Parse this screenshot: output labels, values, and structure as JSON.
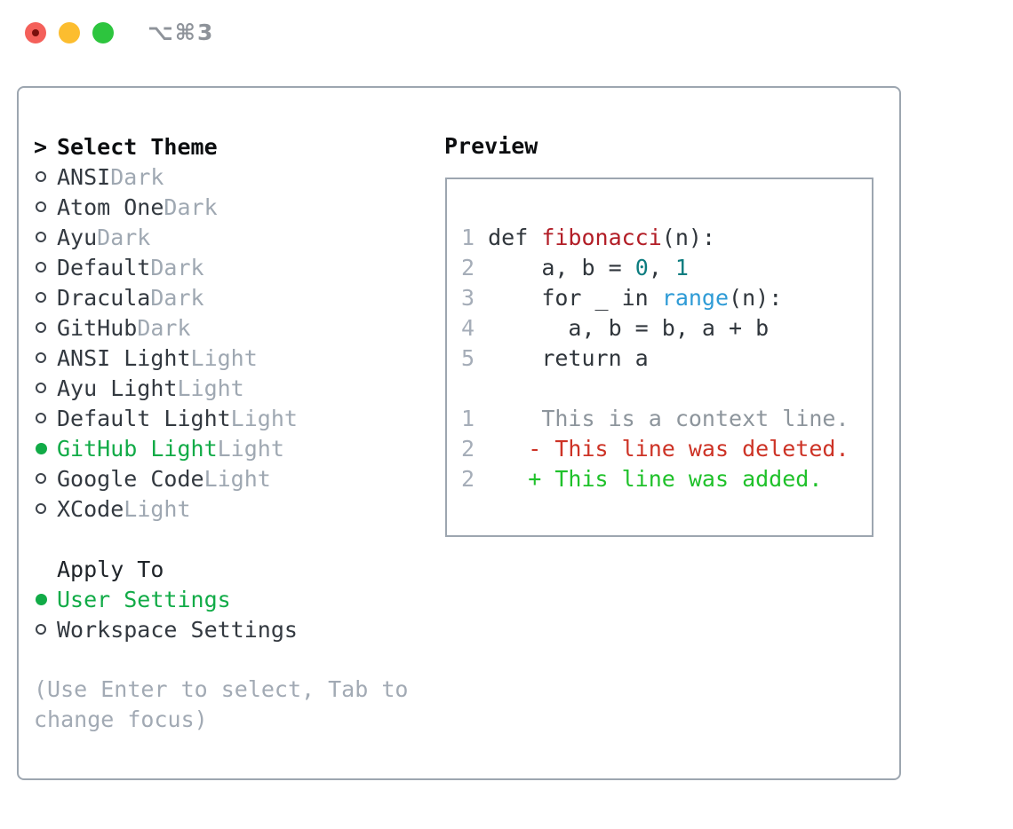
{
  "window": {
    "shortcut_label": "⌥⌘3"
  },
  "theme_picker": {
    "header_prefix": ">",
    "header": "Select Theme",
    "themes": [
      {
        "name": "ANSI",
        "variant": "Dark",
        "selected": false
      },
      {
        "name": "Atom One",
        "variant": "Dark",
        "selected": false
      },
      {
        "name": "Ayu",
        "variant": "Dark",
        "selected": false
      },
      {
        "name": "Default",
        "variant": "Dark",
        "selected": false
      },
      {
        "name": "Dracula",
        "variant": "Dark",
        "selected": false
      },
      {
        "name": "GitHub",
        "variant": "Dark",
        "selected": false
      },
      {
        "name": "ANSI Light",
        "variant": "Light",
        "selected": false
      },
      {
        "name": "Ayu Light",
        "variant": "Light",
        "selected": false
      },
      {
        "name": "Default Light",
        "variant": "Light",
        "selected": false
      },
      {
        "name": "GitHub Light",
        "variant": "Light",
        "selected": true
      },
      {
        "name": "Google Code",
        "variant": "Light",
        "selected": false
      },
      {
        "name": "XCode",
        "variant": "Light",
        "selected": false
      }
    ],
    "apply_to": {
      "header": "Apply To",
      "options": [
        {
          "name": "User Settings",
          "selected": true
        },
        {
          "name": "Workspace Settings",
          "selected": false
        }
      ]
    },
    "hint": "(Use Enter to select, Tab to change focus)"
  },
  "preview": {
    "header": "Preview",
    "lines": [
      {
        "num": "1",
        "segments": [
          {
            "text": "def ",
            "color": "dark"
          },
          {
            "text": "fibonacci",
            "color": "function"
          },
          {
            "text": "(n):",
            "color": "dark"
          }
        ]
      },
      {
        "num": "2",
        "segments": [
          {
            "text": "    a, b = ",
            "color": "dark"
          },
          {
            "text": "0",
            "color": "number"
          },
          {
            "text": ", ",
            "color": "dark"
          },
          {
            "text": "1",
            "color": "number"
          }
        ]
      },
      {
        "num": "3",
        "segments": [
          {
            "text": "    for _ in ",
            "color": "dark"
          },
          {
            "text": "range",
            "color": "builtin"
          },
          {
            "text": "(n):",
            "color": "dark"
          }
        ]
      },
      {
        "num": "4",
        "segments": [
          {
            "text": "      a, b = b, a + b",
            "color": "dark"
          }
        ]
      },
      {
        "num": "5",
        "segments": [
          {
            "text": "    return a",
            "color": "dark"
          }
        ]
      },
      {
        "num": "",
        "segments": []
      },
      {
        "num": "1",
        "segments": [
          {
            "text": "    This is a context line.",
            "color": "context"
          }
        ]
      },
      {
        "num": "2",
        "segments": [
          {
            "text": "   - This line was deleted.",
            "color": "deleted"
          }
        ]
      },
      {
        "num": "2",
        "segments": [
          {
            "text": "   + This line was added.",
            "color": "added"
          }
        ]
      }
    ]
  },
  "colors": {
    "selection_green": "#11ab47",
    "added_green": "#1fc12a",
    "deleted_red": "#cd3326",
    "function_red": "#b21d26",
    "number_teal": "#0e7d80",
    "builtin_blue": "#2e9bd6",
    "text_dark": "#333940",
    "muted_gray": "#9fa8b2",
    "context_gray": "#8d959c",
    "border_gray": "#9da6b0",
    "traffic_red": "#f4605a",
    "traffic_yellow": "#fcbd2f",
    "traffic_green": "#2dc53e"
  }
}
